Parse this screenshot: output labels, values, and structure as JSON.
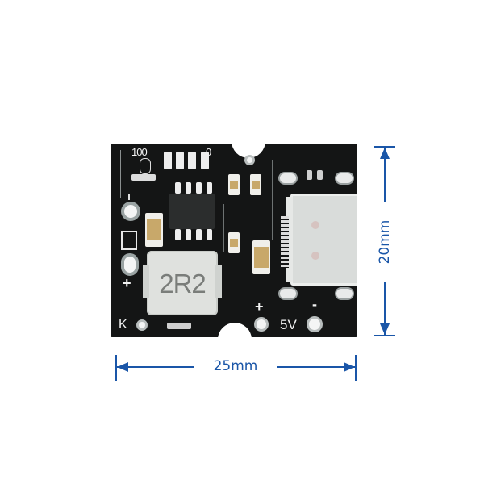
{
  "product": {
    "description": "Type-C 5V boost / lithium battery charge module PCB",
    "board_color": "#141515",
    "dimension_color": "#1a56a8"
  },
  "dimensions": {
    "width_label": "25mm",
    "height_label": "20mm"
  },
  "silkscreen": {
    "top_left_marks": [
      "100",
      "0"
    ],
    "left_plus": "+",
    "left_k": "K",
    "bottom_plus": "+",
    "bottom_minus": "-",
    "output_label": "5V",
    "inductor_marking": "2R2"
  },
  "components": {
    "ic": "SOP-8 chip",
    "inductor": "2R2 power inductor",
    "connector": "USB Type-C port",
    "capacitors": 4,
    "resistor_array": 4
  }
}
